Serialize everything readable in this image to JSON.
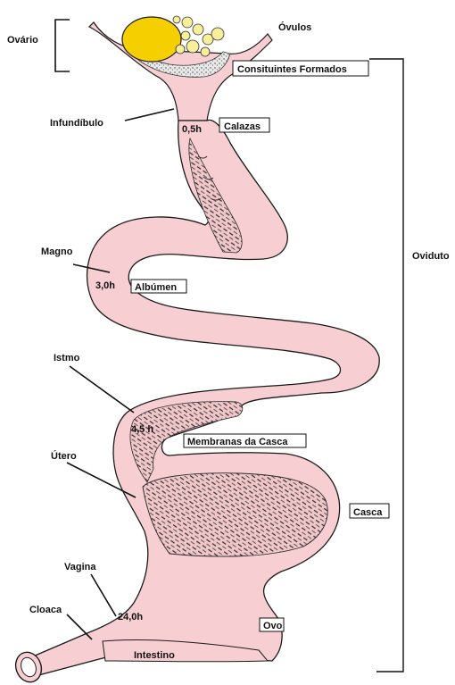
{
  "colors": {
    "tract_fill": "#f7cfd2",
    "tract_stroke": "#1a1a1a",
    "inner_fill": "#f3b8bc",
    "egg_yolk": "#f5cf00",
    "small_ova": "#f7ef9a",
    "hatch": "#3a3a3a",
    "background": "#ffffff"
  },
  "labels": {
    "ovario": "Ovário",
    "ovulos": "Óvulos",
    "constituintes": "Consituintes Formados",
    "infundibulo": "Infundíbulo",
    "calazas": "Calazas",
    "time_infundibulo": "0,5h",
    "oviduto": "Oviduto",
    "magno": "Magno",
    "time_magno": "3,0h",
    "albumen": "Albúmen",
    "istmo": "Istmo",
    "time_istmo": "4,5 h",
    "membranas": "Membranas da Casca",
    "utero": "Útero",
    "casca": "Casca",
    "vagina": "Vagina",
    "time_vagina": "24,0h",
    "cloaca": "Cloaca",
    "ovo": "Ovo",
    "intestino": "Intestino"
  },
  "icons": {
    "ovary_bracket": "left-bracket-icon",
    "oviduct_bracket": "right-bracket-icon"
  }
}
